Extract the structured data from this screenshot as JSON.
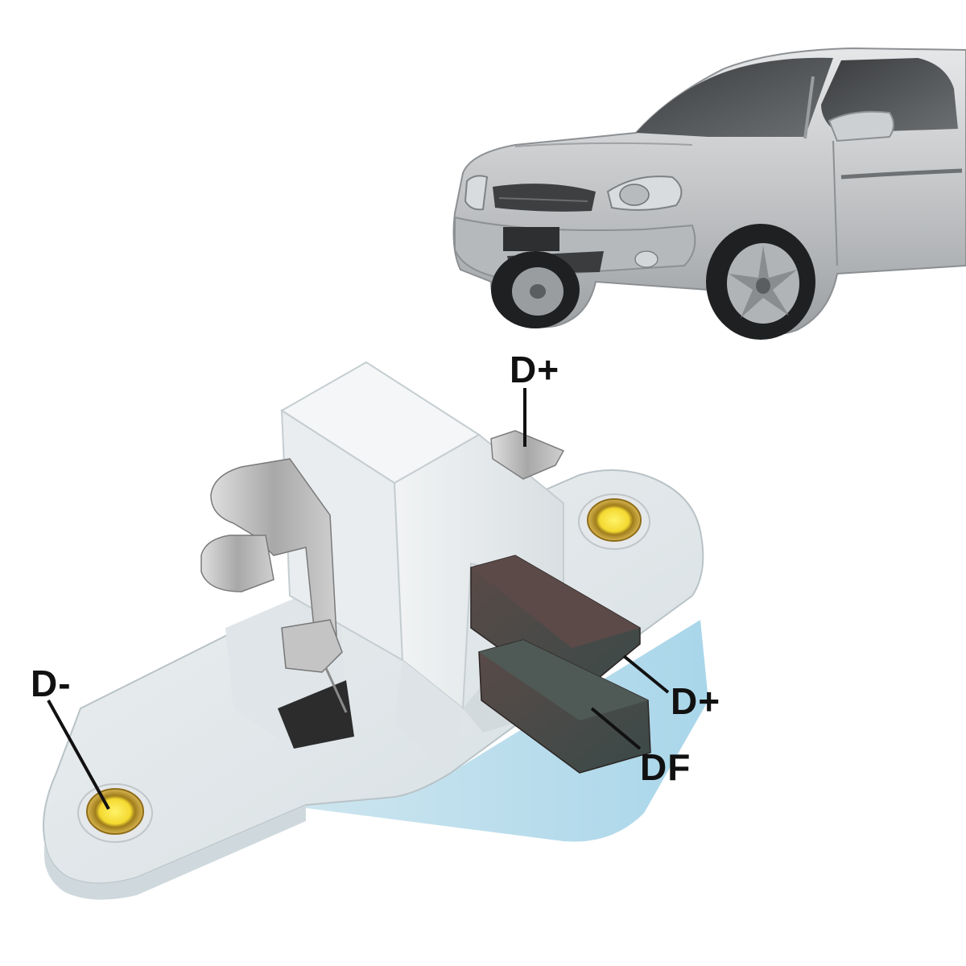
{
  "labels": {
    "d_plus_top": "D+",
    "d_plus_brush": "D+",
    "df": "DF",
    "d_minus": "D-"
  },
  "colors": {
    "background": "#ffffff",
    "car_body": "#c2c4c6",
    "regulator_plastic": "#e4e8ea",
    "regulator_base_tint": "#bfe0ee",
    "carbon_brush": "#4a3c3a",
    "terminal_metal": "#b9b9b9",
    "eyelet_brass": "#c9a63a",
    "eyelet_center": "#ffe93a",
    "label_text": "#111111"
  },
  "icons": [
    "car-icon",
    "voltage-regulator-icon"
  ]
}
